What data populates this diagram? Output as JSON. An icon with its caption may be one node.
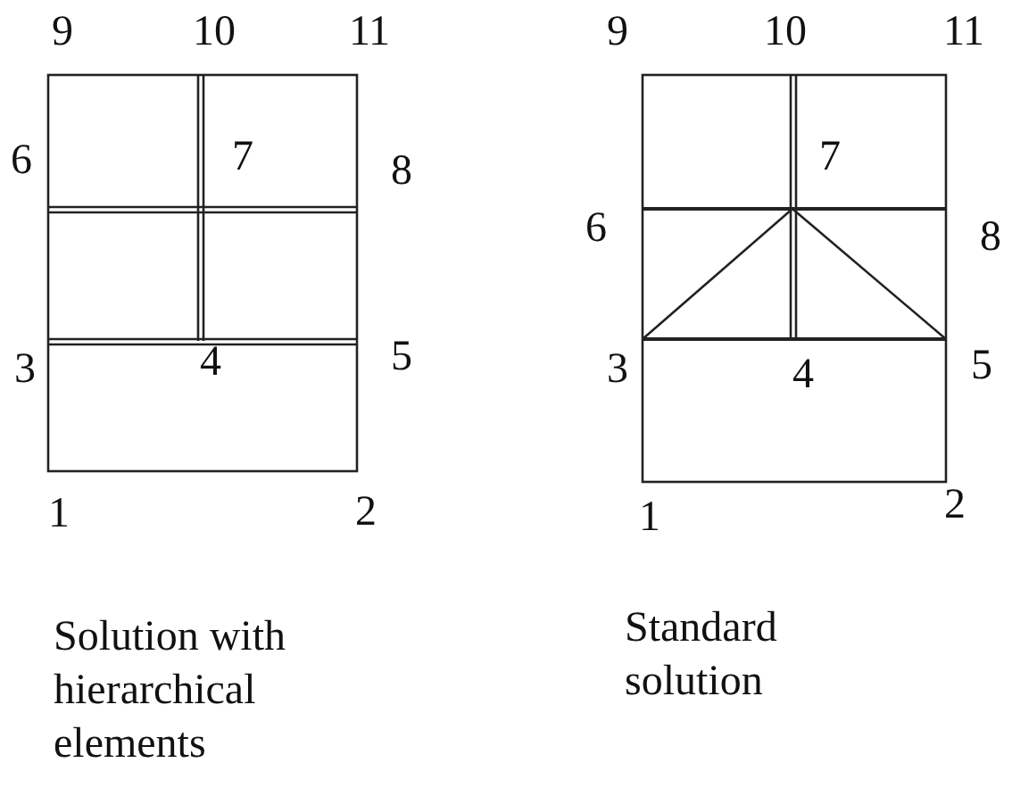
{
  "diagram": {
    "labels": [
      "9",
      "10",
      "11",
      "6",
      "7",
      "8",
      "3",
      "4",
      "5",
      "1",
      "2",
      "Solution with hierarchical elements",
      "9",
      "10",
      "11",
      "7",
      "6",
      "8",
      "3",
      "4",
      "5",
      "2",
      "1",
      "Standard solution"
    ]
  }
}
